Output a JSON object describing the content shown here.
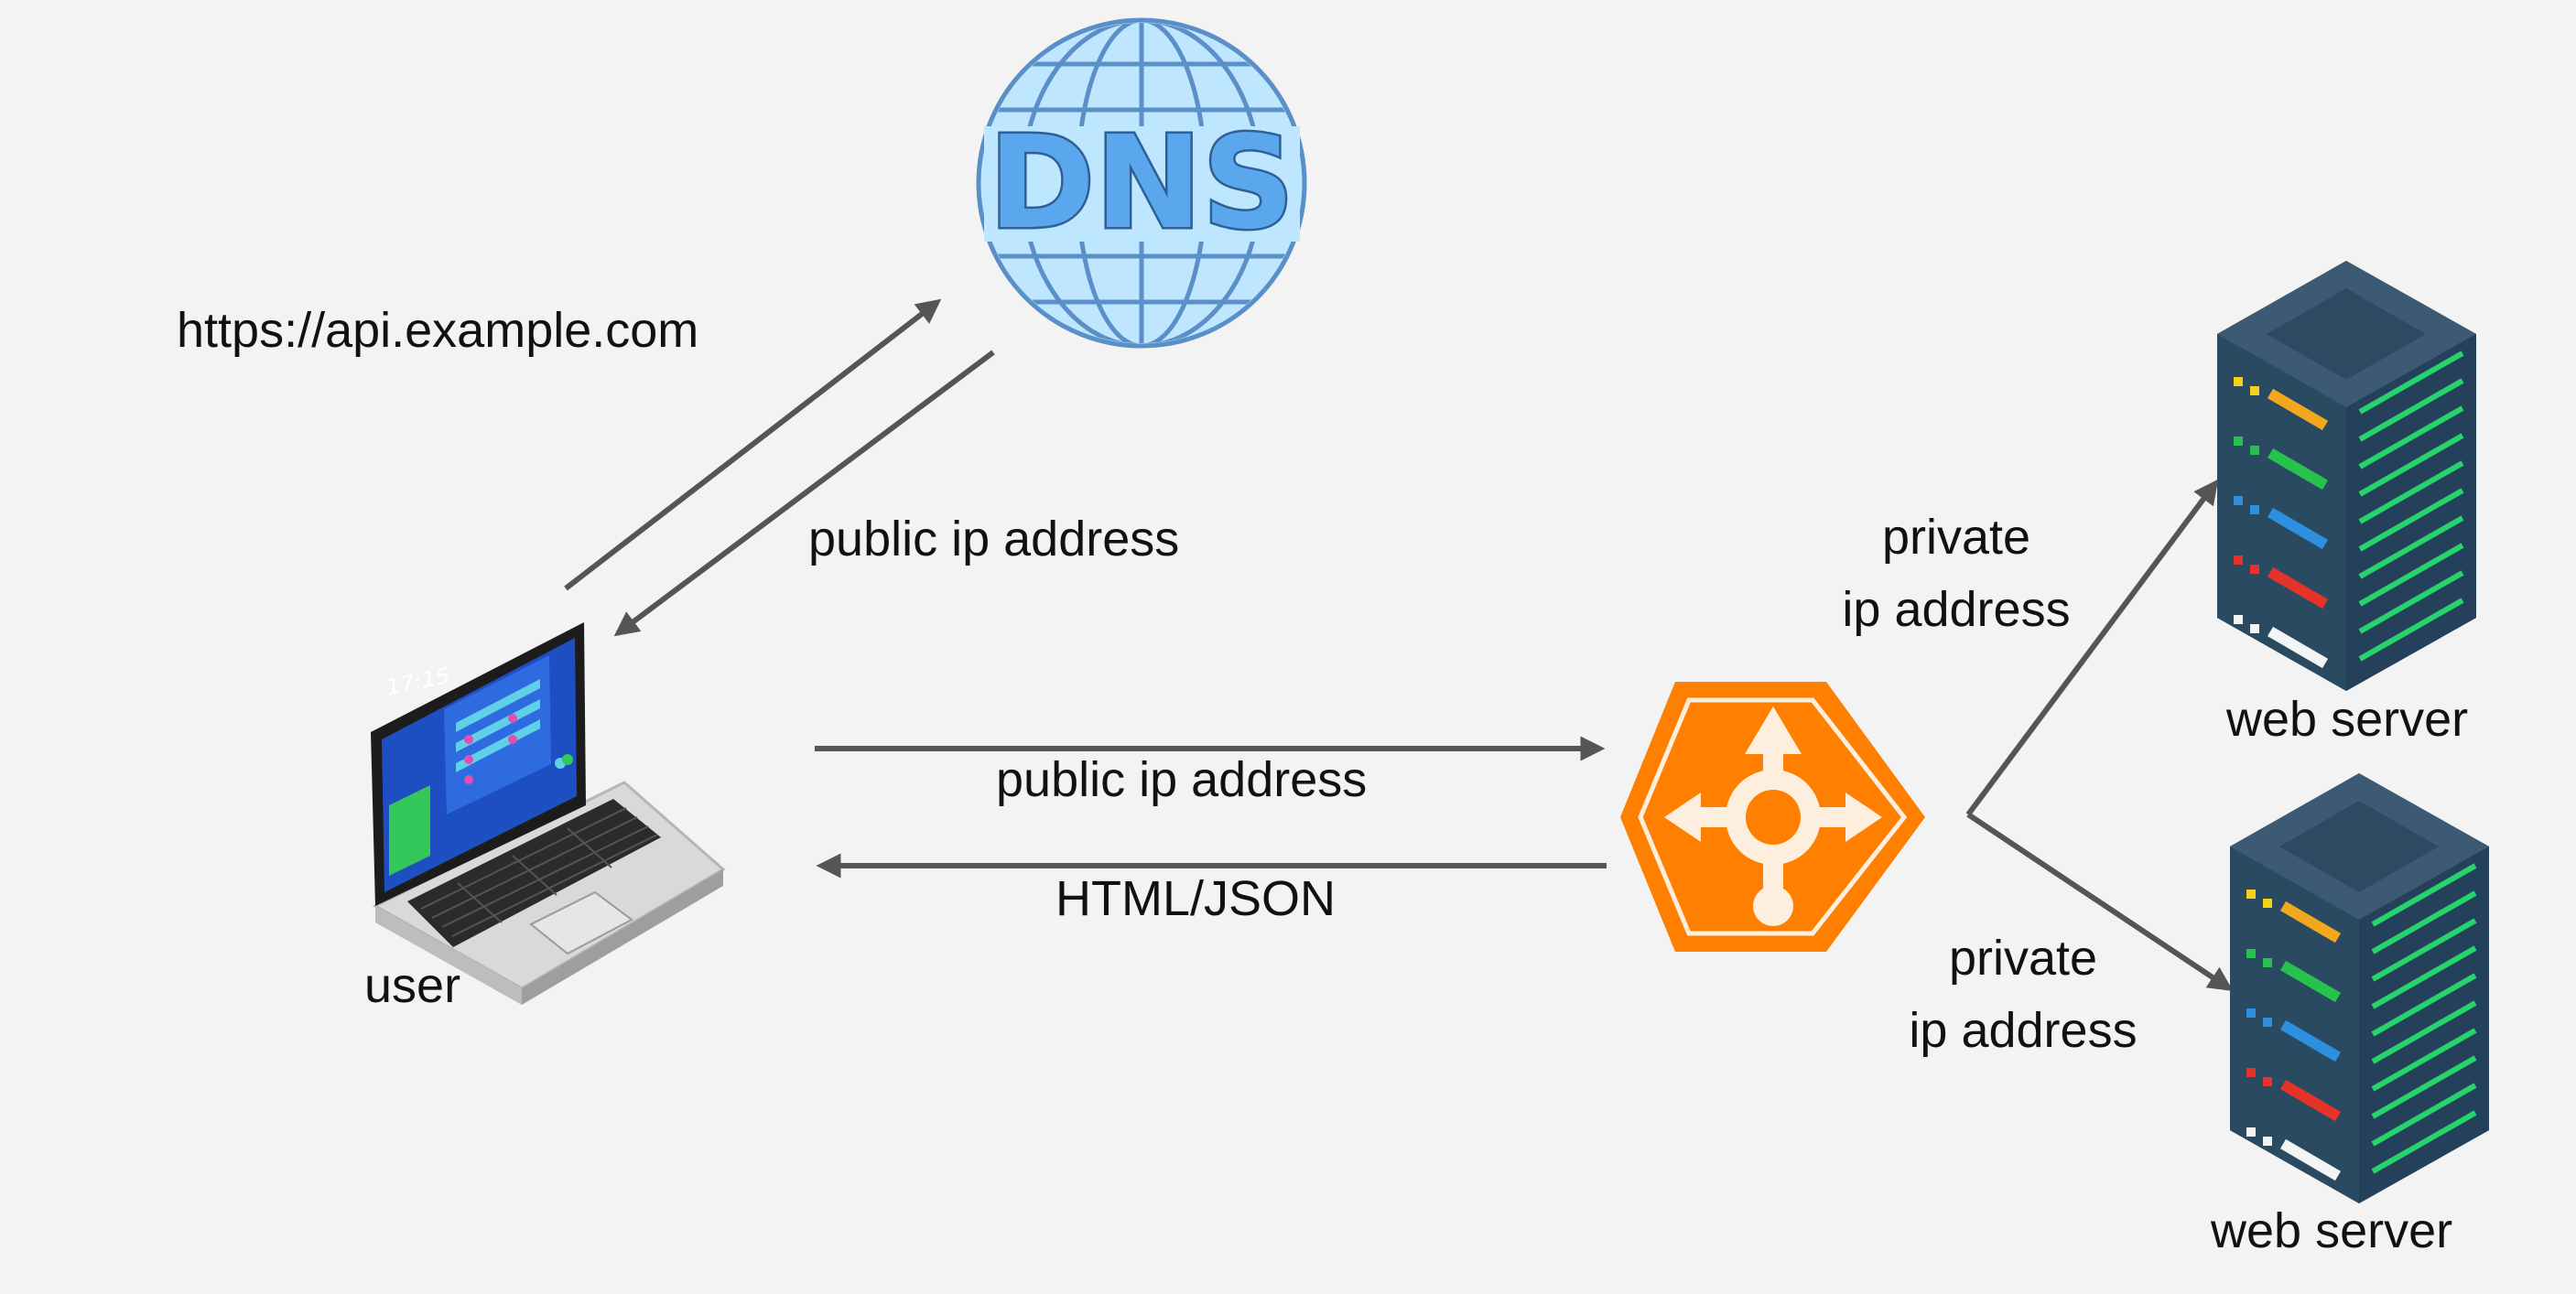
{
  "diagram": {
    "dns": {
      "icon": "globe-icon",
      "label": "DNS",
      "colors": {
        "fill": "#bfe6ff",
        "stroke": "#5b8fc7",
        "text": "#5aa7ee"
      }
    },
    "request_url": "https://api.example.com",
    "dns_response_label": "public ip address",
    "user": {
      "icon": "laptop-icon",
      "label": "user",
      "screen_time": "17:15"
    },
    "load_balancer": {
      "icon": "load-balancer-icon",
      "colors": {
        "fill": "#ff8000",
        "symbol": "#fdeede"
      }
    },
    "request_label": "public ip address",
    "response_label": "HTML/JSON",
    "server_top": {
      "icon": "server-rack-icon",
      "label": "web server",
      "link_label_line1": "private",
      "link_label_line2": "ip address"
    },
    "server_bottom": {
      "icon": "server-rack-icon",
      "label": "web server",
      "link_label_line1": "private",
      "link_label_line2": "ip address"
    },
    "arrow_color": "#555555"
  }
}
